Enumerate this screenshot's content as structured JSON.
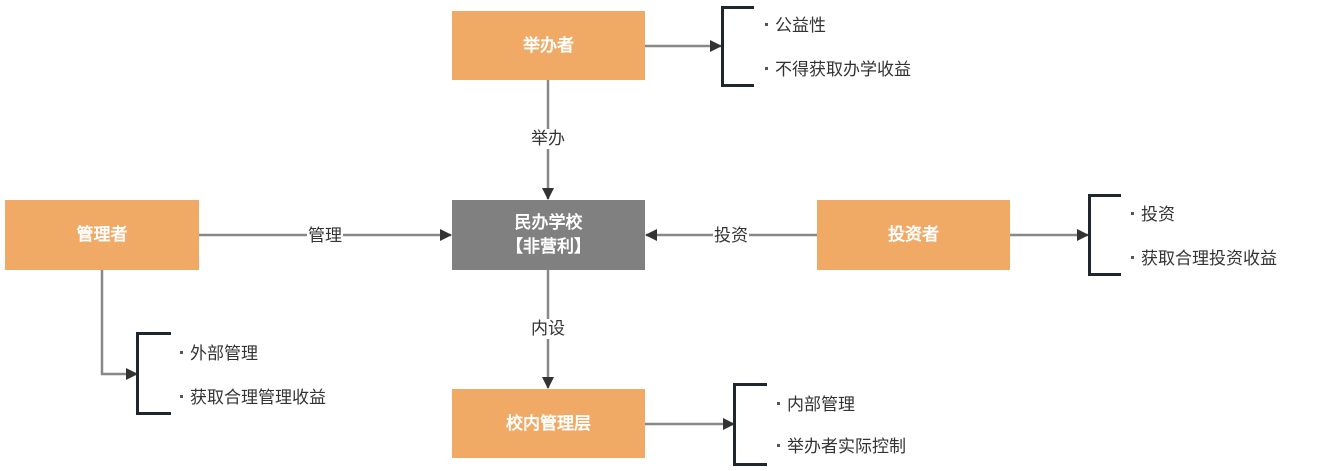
{
  "diagram": {
    "title": "民办学校（非营利）关系图",
    "colors": {
      "node_orange": "#f0aa66",
      "node_center": "#808080",
      "node_text": "#ffffff",
      "edge": "#888888",
      "arrowhead": "#333333",
      "bracket": "#1f262d",
      "note_text": "#333333"
    },
    "nodes": {
      "sponsor": {
        "label": "举办者"
      },
      "school": {
        "label": "民办学校\n【非营利】"
      },
      "manager": {
        "label": "管理者"
      },
      "investor": {
        "label": "投资者"
      },
      "internal": {
        "label": "校内管理层"
      }
    },
    "edges": {
      "sponsor_to_school": {
        "label": "举办"
      },
      "manager_to_school": {
        "label": "管理"
      },
      "investor_to_school": {
        "label": "投资"
      },
      "school_to_internal": {
        "label": "内设"
      }
    },
    "notes": {
      "sponsor": [
        "公益性",
        "不得获取办学收益"
      ],
      "investor": [
        "投资",
        "获取合理投资收益"
      ],
      "manager": [
        "外部管理",
        "获取合理管理收益"
      ],
      "internal": [
        "内部管理",
        "举办者实际控制"
      ]
    }
  }
}
